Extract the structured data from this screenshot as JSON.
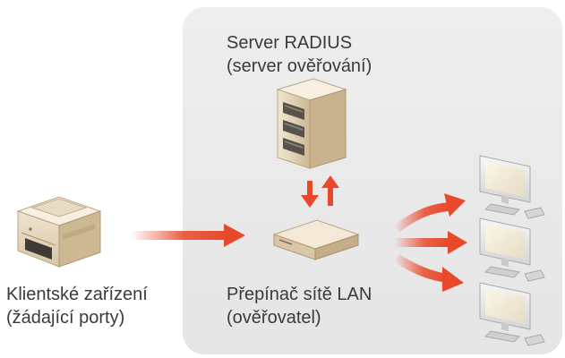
{
  "server": {
    "line1": "Server RADIUS",
    "line2": "(server ověřování)"
  },
  "client": {
    "line1": "Klientské zařízení",
    "line2": "(žádající porty)"
  },
  "switch": {
    "line1": "Přepínač sítě LAN",
    "line2": "(ověřovatel)"
  },
  "colors": {
    "arrow": "#e8492a",
    "panel": "#e9e9e9",
    "text": "#3a3a3a"
  },
  "icons": [
    "printer-icon",
    "server-icon",
    "switch-icon",
    "monitor-icon"
  ]
}
